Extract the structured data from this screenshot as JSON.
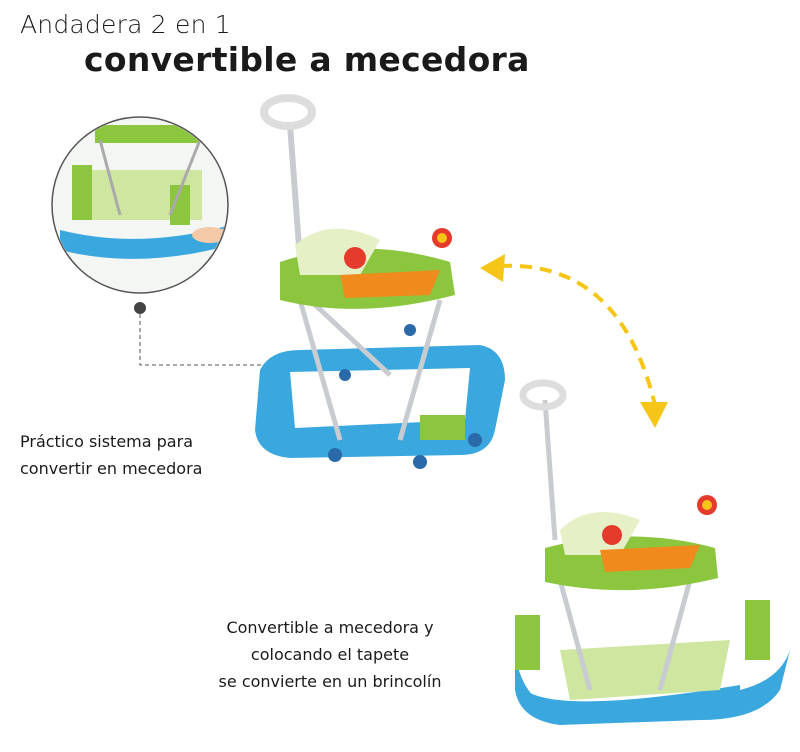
{
  "heading": {
    "line1": "Andadera 2 en 1",
    "line2": "convertible a mecedora"
  },
  "callout": {
    "line1": "Práctico sistema para",
    "line2": "convertir en mecedora"
  },
  "bottom_caption": {
    "line1": "Convertible a mecedora y",
    "line2": "colocando el tapete",
    "line3": "se convierte en un brincolín"
  },
  "colors": {
    "blue": "#3aa8df",
    "green": "#8cc63f",
    "arrow": "#f5c518",
    "orange": "#f08a1c"
  }
}
